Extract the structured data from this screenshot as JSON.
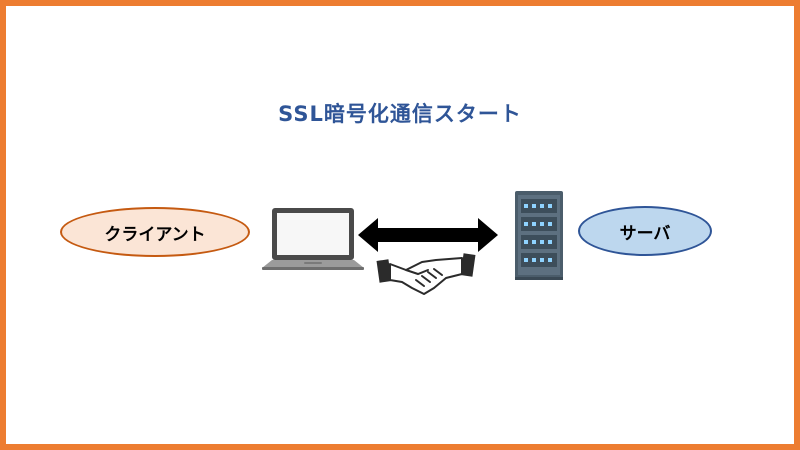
{
  "title": "SSL暗号化通信スタート",
  "client": {
    "label": "クライアント"
  },
  "server": {
    "label": "サーバ"
  },
  "icons": {
    "laptop": "laptop-icon",
    "arrow": "double-arrow-icon",
    "handshake": "handshake-icon",
    "server_rack": "server-rack-icon"
  },
  "colors": {
    "border": "#ed7d31",
    "title": "#2f5597",
    "client_fill": "#fbe5d6",
    "client_stroke": "#c55a11",
    "server_fill": "#bdd7ee",
    "server_stroke": "#2f5597"
  }
}
